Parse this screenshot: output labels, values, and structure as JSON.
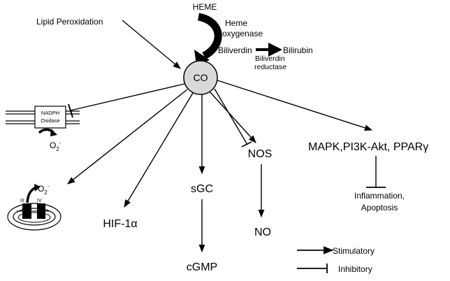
{
  "heme": {
    "source": "HEME",
    "enzyme_line1": "Heme",
    "enzyme_line2": "oxygenase",
    "biliverdin": "Biliverdin",
    "bilirubin": "Bilirubin",
    "reductase_line1": "Biliverdin",
    "reductase_line2": "reductase"
  },
  "lipid": "Lipid Peroxidation",
  "center": "CO",
  "nadph": {
    "line1": "NADPH",
    "line2": "Oxidase",
    "o2": "O",
    "o2_sub": "2",
    "o2_sup": "-"
  },
  "mito": {
    "o2": "O",
    "o2_sub": "2",
    "o2_sup": "-",
    "complex3": "III",
    "complex4": "IV"
  },
  "targets": {
    "hif": "HIF-1α",
    "sgc": "sGC",
    "cgmp": "cGMP",
    "nos": "NOS",
    "no": "NO",
    "mapk": "MAPK,PI3K-Akt, PPARγ",
    "inflammation_line1": "Inflammation,",
    "inflammation_line2": "Apoptosis"
  },
  "legend": {
    "stimulatory": "Stimulatory",
    "inhibitory": "Inhibitory"
  },
  "colors": {
    "co_circle_fill": "#d9d9d9",
    "ink": "#000000"
  }
}
